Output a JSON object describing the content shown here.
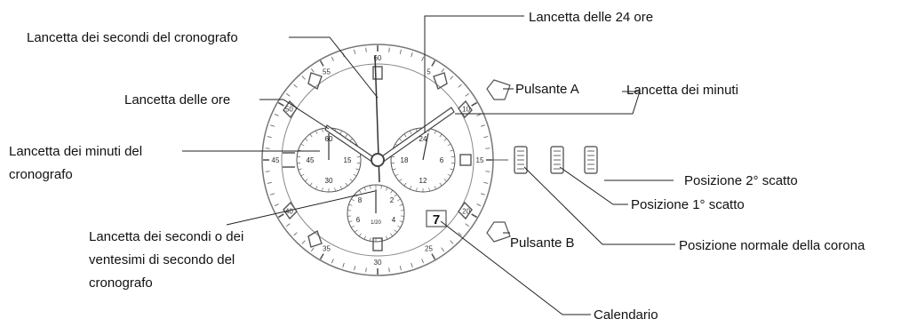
{
  "labels": {
    "chrono_seconds_hand": "Lancetta dei secondi del cronografo",
    "hand_24h": "Lancetta delle 24 ore",
    "hour_hand": "Lancetta delle ore",
    "minute_hand": "Lancetta dei minuti",
    "pusher_a": "Pulsante A",
    "chrono_minute_line1": "Lancetta dei minuti del",
    "chrono_minute_line2": "cronografo",
    "pos_2": "Posizione 2° scatto",
    "pos_1": "Posizione 1° scatto",
    "pos_normal": "Posizione normale della corona",
    "sec_line1": "Lancetta dei secondi o dei",
    "sec_line2": "ventesimi di secondo del",
    "sec_line3": "cronografo",
    "pusher_b": "Pulsante B",
    "calendar": "Calendario"
  },
  "dial": {
    "bezel_numbers": [
      "5",
      "10",
      "15",
      "20",
      "25",
      "30",
      "35",
      "40",
      "45",
      "50",
      "55",
      "60"
    ],
    "date": "7",
    "left_subdial_numbers": [
      "60",
      "15",
      "30",
      "45"
    ],
    "right_subdial_numbers": [
      "24",
      "6",
      "12",
      "18"
    ],
    "bottom_subdial_numbers": [
      "2",
      "4",
      "6",
      "8"
    ],
    "bottom_subdial_label": "1/20"
  }
}
